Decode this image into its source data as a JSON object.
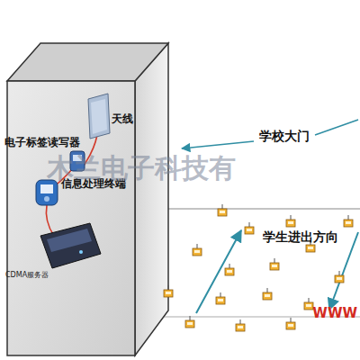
{
  "diagram": {
    "labels": [
      "天线",
      "电子标签读写器",
      "信息处理终端",
      "CDMA服务器",
      "学校大门",
      "学生进出方向",
      "木兰电子科技有",
      "WWW"
    ]
  }
}
